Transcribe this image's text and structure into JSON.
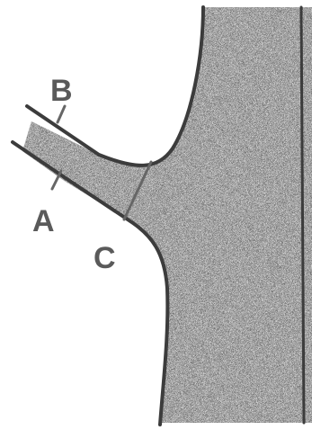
{
  "diagram": {
    "labels": {
      "a": "A",
      "b": "B",
      "c": "C"
    },
    "colors": {
      "stipple": "#7a7a7a",
      "stipple_dark": "#4a4a4a",
      "outline": "#3c3c3c",
      "marker": "#666666",
      "label": "#5a5a5a",
      "background": "#ffffff"
    }
  }
}
